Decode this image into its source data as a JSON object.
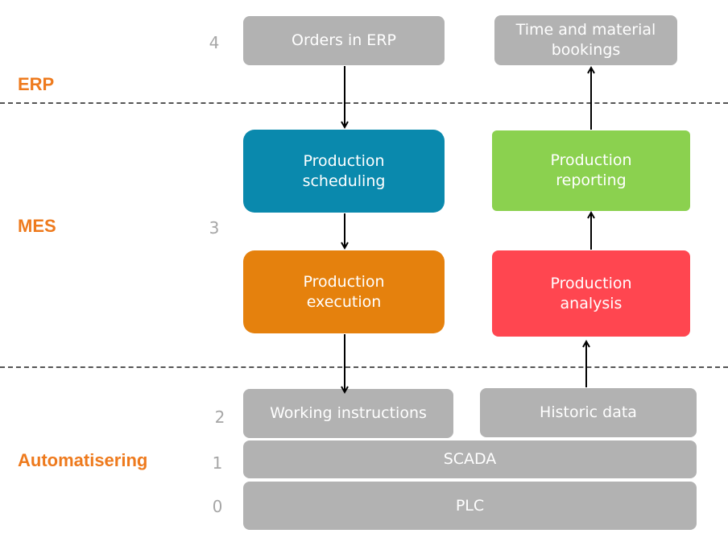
{
  "layers": {
    "erp": "ERP",
    "mes": "MES",
    "automation": "Automatisering"
  },
  "levels": {
    "l4": "4",
    "l3": "3",
    "l2": "2",
    "l1": "1",
    "l0": "0"
  },
  "boxes": {
    "orders_erp": "Orders in ERP",
    "time_material": "Time and material\nbookings",
    "production_scheduling": "Production\nscheduling",
    "production_reporting": "Production\nreporting",
    "production_execution": "Production\nexecution",
    "production_analysis": "Production\nanalysis",
    "working_instructions": "Working instructions",
    "historic_data": "Historic data",
    "scada": "SCADA",
    "plc": "PLC"
  },
  "colors": {
    "layer_label": "#ee7a1d",
    "gray_box": "#b2b2b2",
    "scheduling": "#0a89ad",
    "execution": "#e5810d",
    "reporting": "#8bd14f",
    "analysis": "#ff4650"
  }
}
